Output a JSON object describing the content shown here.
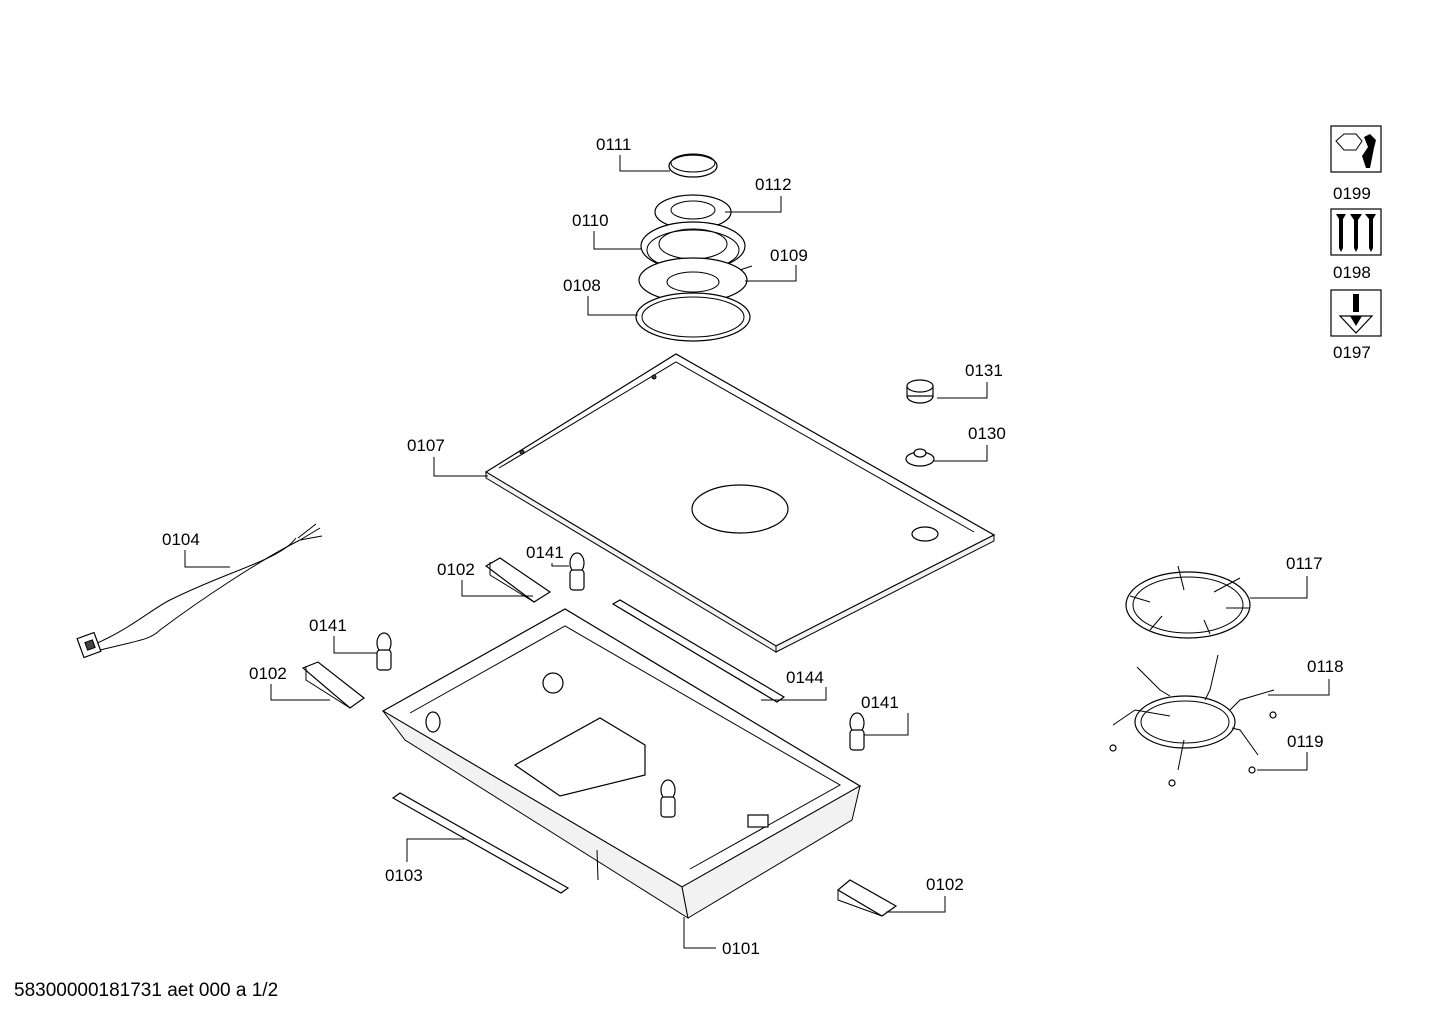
{
  "diagram": {
    "part_labels": [
      "0111",
      "0112",
      "0110",
      "0109",
      "0108",
      "0131",
      "0130",
      "0107",
      "0104",
      "0141",
      "0102",
      "0141",
      "0102",
      "0144",
      "0141",
      "0103",
      "0102",
      "0101",
      "0117",
      "0118",
      "0119"
    ],
    "legend": [
      {
        "code": "0199",
        "icon": "wrench-nut-icon"
      },
      {
        "code": "0198",
        "icon": "screws-icon"
      },
      {
        "code": "0197",
        "icon": "screw-countersink-icon"
      }
    ]
  },
  "footer": "58300000181731 aet 000 a 1/2"
}
